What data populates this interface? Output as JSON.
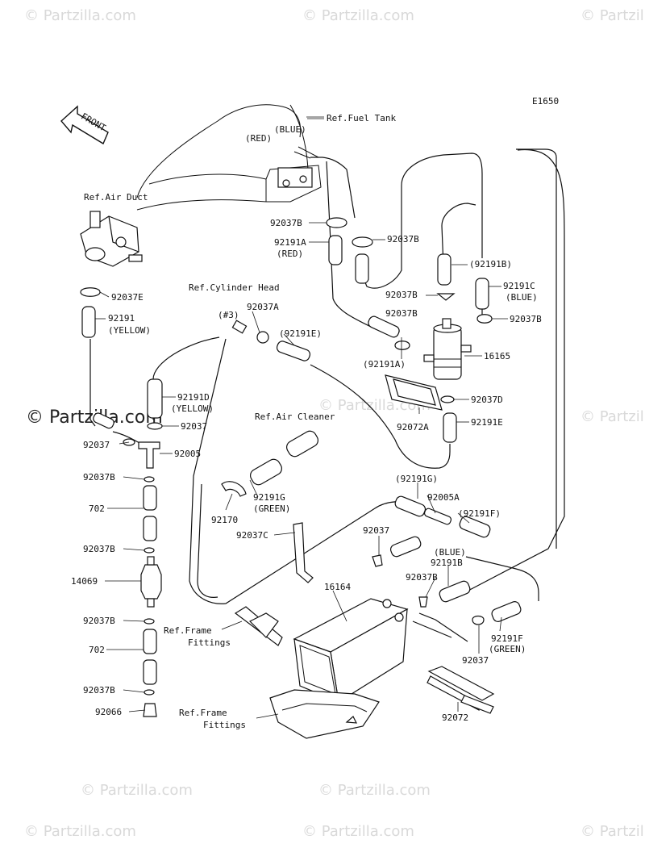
{
  "diagram_code": "E1650",
  "front_label": "FRONT",
  "watermarks": {
    "brand": "© Partzilla.com",
    "faint": "© Partzilla.com"
  },
  "labels": {
    "ref_fuel_tank": "Ref.Fuel Tank",
    "red_top": "(RED)",
    "blue_top": "(BLUE)",
    "ref_air_duct": "Ref.Air Duct",
    "p92037B_a": "92037B",
    "p92191A": "92191A",
    "red_sub": "(RED)",
    "p92037B_b": "92037B",
    "p92191B_paren": "(92191B)",
    "p92191C": "92191C",
    "blue_sub_c": "(BLUE)",
    "p92037B_c": "92037B",
    "p92037B_d": "92037B",
    "p92037B_e": "92037B",
    "p92037E": "92037E",
    "ref_cyl_head": "Ref.Cylinder Head",
    "hash3": "(#3)",
    "p92037A": "92037A",
    "p92191E_paren": "(92191E)",
    "p92191": "92191",
    "yellow_a": "(YELLOW)",
    "p92191A_paren": "(92191A)",
    "p16165": "16165",
    "p92037D": "92037D",
    "p92191D": "92191D",
    "yellow_b": "(YELLOW)",
    "p92037_a": "92037",
    "p92072A": "92072A",
    "p92191E": "92191E",
    "ref_air_cleaner": "Ref.Air Cleaner",
    "p92037_b": "92037",
    "p92005": "92005",
    "p92037B_f": "92037B",
    "p92191G_paren": "(92191G)",
    "p92005A": "92005A",
    "p92191G": "92191G",
    "green_a": "(GREEN)",
    "p702_a": "702",
    "p92170": "92170",
    "p92191F_paren": "(92191F)",
    "p92037C": "92037C",
    "p92037_c": "92037",
    "p92037B_g": "92037B",
    "blue_b": "(BLUE)",
    "p92191B": "92191B",
    "p14069": "14069",
    "p92037B_h": "92037B",
    "p16164": "16164",
    "ref_frame_1a": "Ref.Frame",
    "ref_frame_1b": "Fittings",
    "p92037B_i": "92037B",
    "p702_b": "702",
    "p92191F": "92191F",
    "green_b": "(GREEN)",
    "p92037_d": "92037",
    "p92037B_j": "92037B",
    "p92066": "92066",
    "ref_frame_2a": "Ref.Frame",
    "ref_frame_2b": "Fittings",
    "p92072": "92072"
  }
}
